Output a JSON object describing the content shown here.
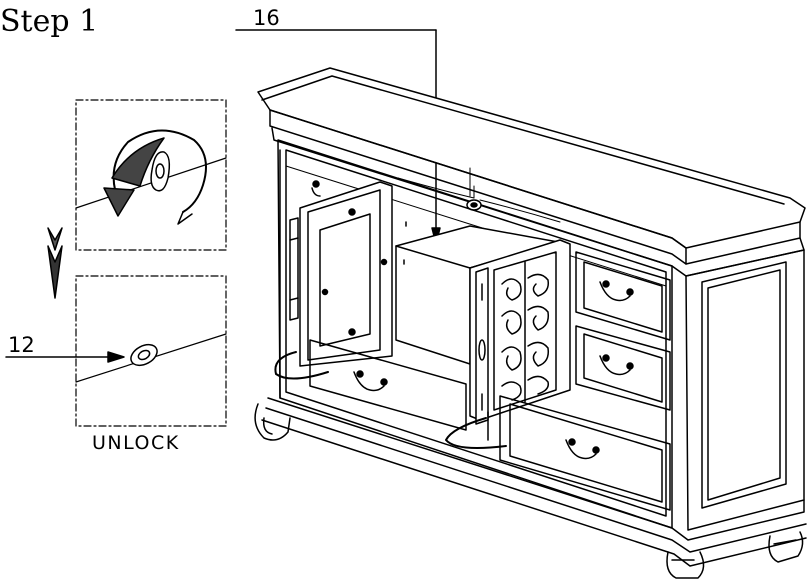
{
  "step": {
    "title": "Step 1"
  },
  "callouts": [
    {
      "id": "16",
      "label": "16"
    },
    {
      "id": "12",
      "label": "12"
    }
  ],
  "detail": {
    "action_label": "UNLOCK"
  },
  "colors": {
    "line": "#000000",
    "background": "#ffffff",
    "fill": "#ffffff"
  }
}
